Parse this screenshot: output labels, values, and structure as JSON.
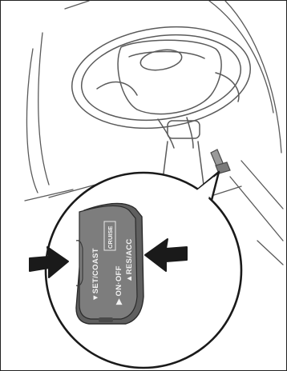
{
  "figure": {
    "labels": {
      "set_coast": "▼SET/COAST",
      "cruise": "CRUISE",
      "on_off": "▶ ON·OFF",
      "res_acc": "▲RES/ACC"
    },
    "colors": {
      "frame": "#222222",
      "line_art": "#5a5a5a",
      "lever_face": "#7d7d7d",
      "lever_shadow": "#5f5f5f",
      "arrow_fill": "#1a1a1a",
      "label_text": "#f2f2f2"
    },
    "icons": [
      "steering-wheel",
      "cruise-lever",
      "left-press-arrow",
      "right-press-arrow"
    ]
  }
}
